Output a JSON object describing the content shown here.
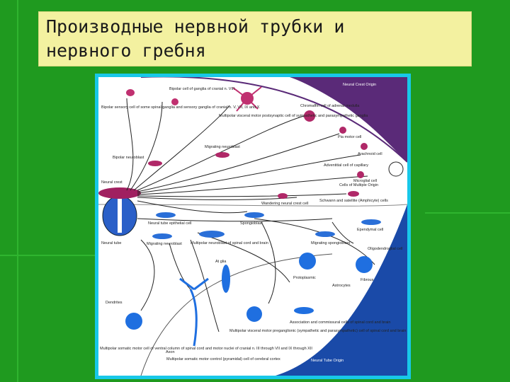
{
  "slide": {
    "title": "Производные нервной трубки и\nнервного  гребня"
  },
  "figure": {
    "labels": {
      "bipolar_sensory": "Bipolar sensory cell of some spinal ganglia and sensory ganglia of cranial n. V, VII, IX and X",
      "bipolar_cell": "Bipolar cell of ganglia of cranial n. VIII",
      "multipolar_visceral": "Multipolar visceral motor postsynaptic cell of sympathetic and parasympathetic ganglia",
      "chromaffin": "Chromaffin cell of adrenal medulla",
      "pia": "Pia motor cell",
      "arachnoid": "Arachnoid cell",
      "adventitial": "Adventitial cell of capillary",
      "cells_multiple_origin": "Cells of Multiple Origin",
      "microglial": "Microglial cell",
      "schwann": "Schwann and satellite (Amphicyte) cells",
      "wandering": "Wandering neural crest cell",
      "migrating_neuroblast": "Migrating neuroblast",
      "bipolar_neuroblast": "Bipolar neuroblast",
      "neural_crest": "Neural crest",
      "neural_tube": "Neural tube",
      "neural_tube_epithelial": "Neural tube epithelial cell",
      "spongioblast": "Spongioblast",
      "ependymal": "Ependymal cell",
      "migrating_neuroblast2": "Migrating neuroblast",
      "multipolar_neuroblast": "Multipolar neuroblast of spinal cord and brain",
      "migrating_spongioblast": "Migrating spongioblast",
      "oligodendroglial": "Oligodendroglial cell",
      "at_glia": "At glia",
      "protoplasmic": "Protoplasmic",
      "fibrous": "Fibrous",
      "astrocytes": "Astrocytes",
      "dendrites": "Dendrites",
      "axon": "Axon",
      "multipolar_somatic": "Multipolar somatic motor cell of ventral column of spinal cord and motor nuclei of cranial n. III through VII and IX through XII",
      "multipolar_somatic2": "Multipolar somatic motor control (pyramidal) cell of cerebral cortex",
      "multipolar_visceral2": "Multipolar visceral motor preganglionic (sympathetic and parasympathetic) cell of spinal cord and brain",
      "association": "Association and commissural cells of spinal cord and brain",
      "neural_tube_origin": "Neural Tube Origin",
      "neural_crest_origin": "Neural Crest Origin"
    }
  }
}
